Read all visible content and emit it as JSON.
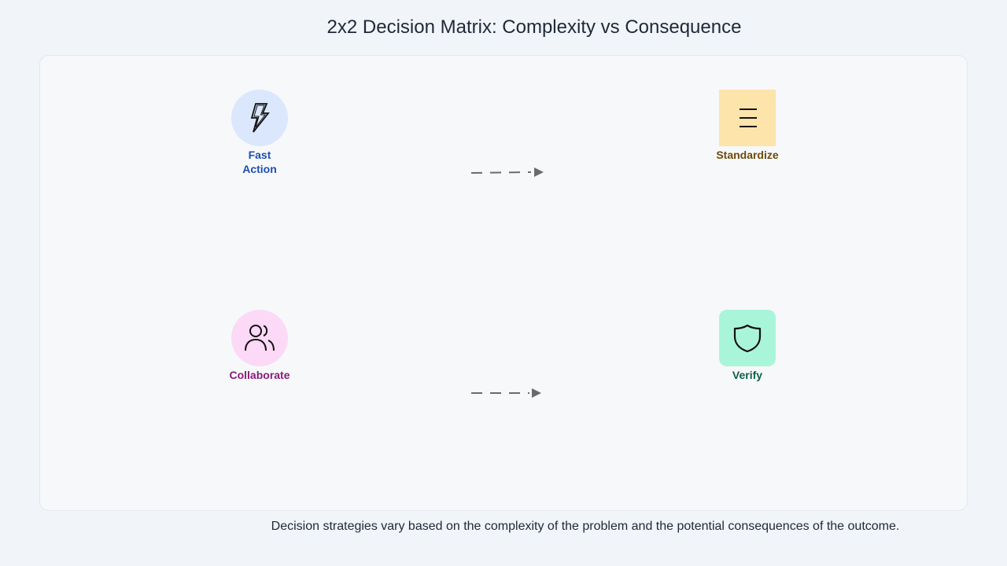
{
  "title": "2x2 Decision Matrix: Complexity vs Consequence",
  "caption": "Decision strategies vary based on the complexity of the problem and the potential consequences of the outcome.",
  "nodes": [
    {
      "label": "Fast\nAction",
      "icon": "lightning-icon",
      "shape": "circle",
      "fill": "#dbe7fd",
      "text_color": "#1e4fb4"
    },
    {
      "label": "Standardize",
      "icon": "list-icon",
      "shape": "square",
      "fill": "#fde4ab",
      "text_color": "#6b4a0c"
    },
    {
      "label": "Collaborate",
      "icon": "users-icon",
      "shape": "circle",
      "fill": "#fcd9f6",
      "text_color": "#8a1a7c"
    },
    {
      "label": "Verify",
      "icon": "shield-icon",
      "shape": "rounded",
      "fill": "#a9f5da",
      "text_color": "#0d6048"
    }
  ],
  "connector_color": "#6b6b6b"
}
